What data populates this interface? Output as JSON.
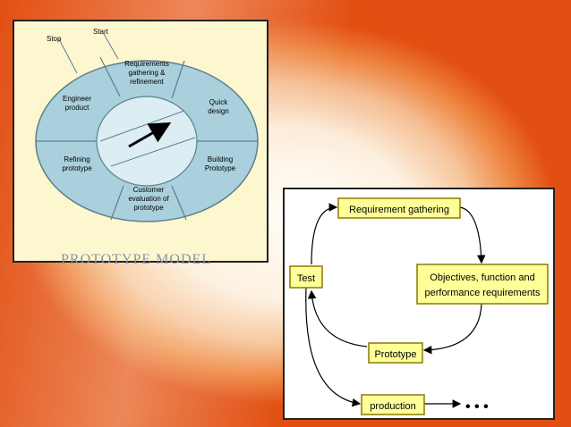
{
  "prototype_model": {
    "title": "PROTOTYPE MODEL",
    "stop_label": "Stop",
    "start_label": "Start",
    "segments": {
      "requirements": [
        "Requirements",
        "gathering &",
        "refinement"
      ],
      "quick_design": [
        "Quick",
        "design"
      ],
      "building_prototype": [
        "Building",
        "Prototype"
      ],
      "customer_evaluation": [
        "Customer",
        "evaluation of",
        "prototype"
      ],
      "refining_prototype": [
        "Refining",
        "prototype"
      ],
      "engineer_product": [
        "Engineer",
        "product"
      ]
    }
  },
  "flow_diagram": {
    "requirement_gathering": "Requirement gathering",
    "objectives": [
      "Objectives, function and",
      "performance requirements"
    ],
    "prototype": "Prototype",
    "test": "Test",
    "production": "production",
    "ellipsis": "• • •"
  },
  "colors": {
    "ellipse_fill": "#a9d0dc",
    "inner_fill": "#dcedf3",
    "box_fill": "#ffff99",
    "box_border": "#8a7a00",
    "title_color": "#8a93a8"
  }
}
